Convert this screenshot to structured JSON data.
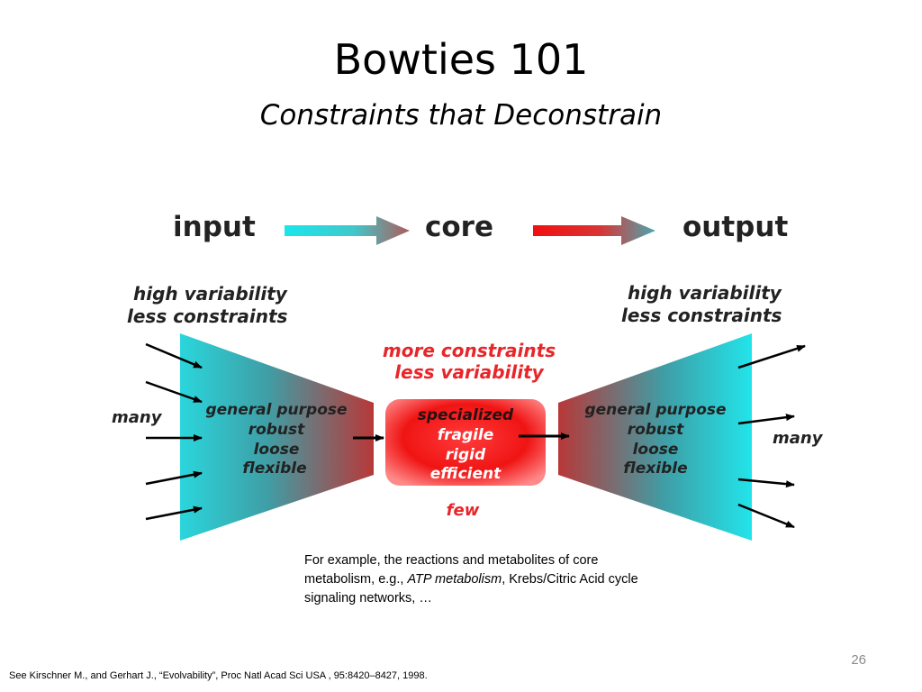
{
  "slide": {
    "title": "Bowties 101",
    "subtitle": "Constraints that Deconstrain",
    "page_number": "26",
    "citation": "See Kirschner M., and Gerhart J.,  “Evolvability”,  Proc Natl Acad Sci USA , 95:8420–8427, 1998."
  },
  "diagram": {
    "headers": {
      "input": "input",
      "core": "core",
      "output": "output"
    },
    "left": {
      "note_line1": "high variability",
      "note_line2": "less constraints",
      "count": "many",
      "traits": [
        "general purpose",
        "robust",
        "loose",
        "flexible"
      ]
    },
    "center": {
      "note_line1": "more constraints",
      "note_line2": "less variability",
      "traits": [
        "specialized",
        "fragile",
        "rigid",
        "efficient"
      ],
      "count": "few"
    },
    "right": {
      "note_line1": "high variability",
      "note_line2": "less constraints",
      "count": "many",
      "traits": [
        "general purpose",
        "robust",
        "loose",
        "flexible"
      ]
    },
    "colors": {
      "cyan": "#1ae6ea",
      "red": "#f01a1a",
      "teal_gray": "#3aa0a0",
      "maroon": "#a83a3a",
      "label_red": "#e8262a"
    }
  },
  "caption": {
    "part1": "For example,  the reactions and metabolites of core metabolism, e.g., ",
    "italic": "ATP metabolism",
    "part2": ", Krebs/Citric Acid cycle signaling networks, …"
  }
}
